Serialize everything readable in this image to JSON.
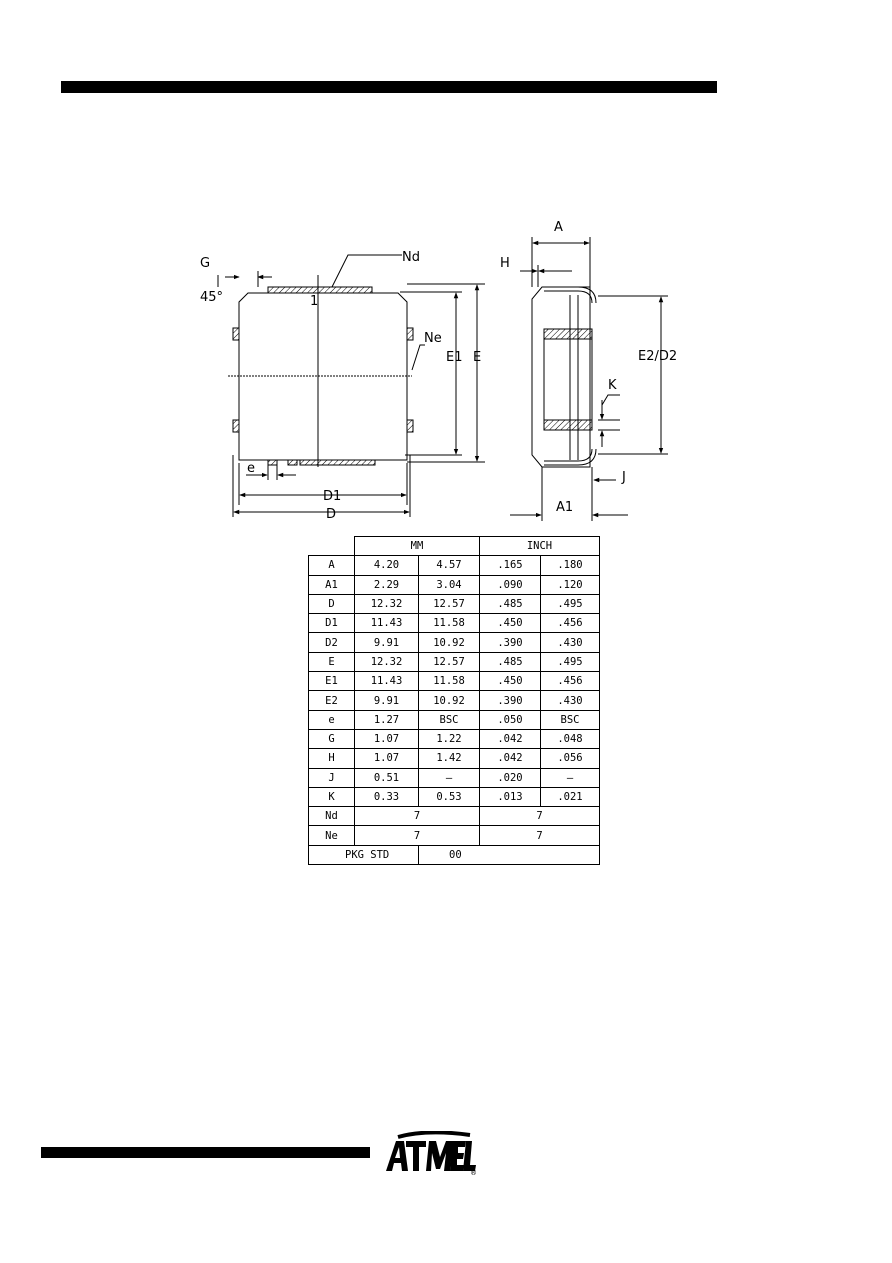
{
  "drawing": {
    "top_view": {
      "pin_one": "1",
      "labels": {
        "g": "G",
        "angle": "45°",
        "nd": "Nd",
        "ne": "Ne",
        "e1": "E1",
        "e": "E",
        "pitch": "e",
        "d1": "D1",
        "d": "D"
      }
    },
    "side_view": {
      "labels": {
        "a": "A",
        "h": "H",
        "e2d2": "E2/D2",
        "k": "K",
        "j": "J",
        "a1": "A1"
      }
    }
  },
  "table": {
    "header": {
      "mm": "MM",
      "inch": "INCH"
    },
    "rows": [
      {
        "sym": "A",
        "mm_min": "4.20",
        "mm_max": "4.57",
        "in_min": ".165",
        "in_max": ".180"
      },
      {
        "sym": "A1",
        "mm_min": "2.29",
        "mm_max": "3.04",
        "in_min": ".090",
        "in_max": ".120"
      },
      {
        "sym": "D",
        "mm_min": "12.32",
        "mm_max": "12.57",
        "in_min": ".485",
        "in_max": ".495"
      },
      {
        "sym": "D1",
        "mm_min": "11.43",
        "mm_max": "11.58",
        "in_min": ".450",
        "in_max": ".456"
      },
      {
        "sym": "D2",
        "mm_min": "9.91",
        "mm_max": "10.92",
        "in_min": ".390",
        "in_max": ".430"
      },
      {
        "sym": "E",
        "mm_min": "12.32",
        "mm_max": "12.57",
        "in_min": ".485",
        "in_max": ".495"
      },
      {
        "sym": "E1",
        "mm_min": "11.43",
        "mm_max": "11.58",
        "in_min": ".450",
        "in_max": ".456"
      },
      {
        "sym": "E2",
        "mm_min": "9.91",
        "mm_max": "10.92",
        "in_min": ".390",
        "in_max": ".430"
      },
      {
        "sym": "e",
        "mm_min": "1.27",
        "mm_max": "BSC",
        "in_min": ".050",
        "in_max": "BSC"
      },
      {
        "sym": "G",
        "mm_min": "1.07",
        "mm_max": "1.22",
        "in_min": ".042",
        "in_max": ".048"
      },
      {
        "sym": "H",
        "mm_min": "1.07",
        "mm_max": "1.42",
        "in_min": ".042",
        "in_max": ".056"
      },
      {
        "sym": "J",
        "mm_min": "0.51",
        "mm_max": "–",
        "in_min": ".020",
        "in_max": "–"
      },
      {
        "sym": "K",
        "mm_min": "0.33",
        "mm_max": "0.53",
        "in_min": ".013",
        "in_max": ".021"
      }
    ],
    "count_rows": [
      {
        "sym": "Nd",
        "mm": "7",
        "inch": "7"
      },
      {
        "sym": "Ne",
        "mm": "7",
        "inch": "7"
      }
    ],
    "pkg": {
      "label": "PKG STD",
      "value": "00"
    }
  },
  "logo": {
    "text": "ATMEL",
    "registered": "®"
  }
}
